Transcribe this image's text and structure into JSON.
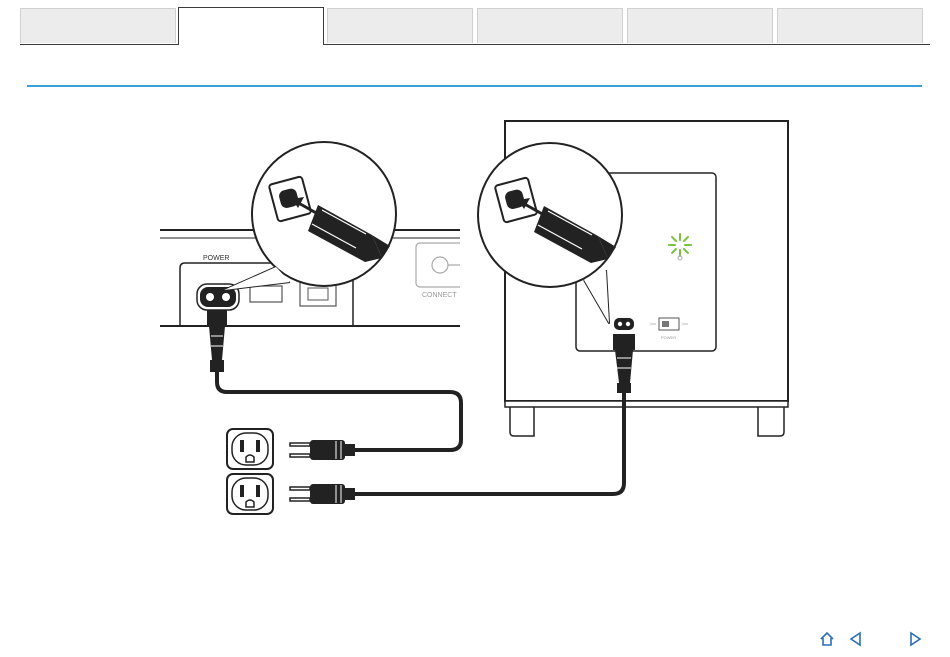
{
  "colors": {
    "accent": "#3aa0d8",
    "line": "#222222",
    "indicator": "#7cc242"
  },
  "tabs": [
    {
      "label": ""
    },
    {
      "label": "",
      "active": true
    },
    {
      "label": ""
    },
    {
      "label": ""
    },
    {
      "label": ""
    },
    {
      "label": ""
    }
  ],
  "illustration": {
    "soundbar_power_label": "POWER",
    "soundbar_connect_label": "CONNECT",
    "subwoofer_power_label": "POWER"
  },
  "nav": {
    "icons": [
      "home-icon",
      "previous-page-icon",
      "next-page-icon"
    ]
  }
}
